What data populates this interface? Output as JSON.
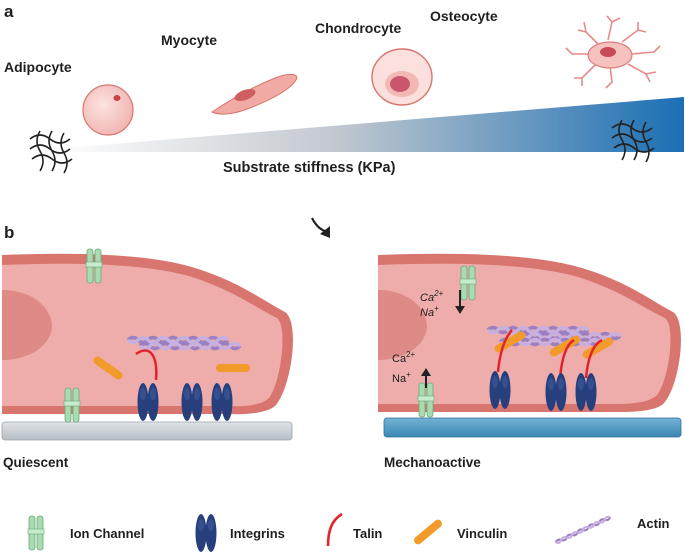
{
  "panel_a": {
    "label": "a",
    "cells": [
      "Adipocyte",
      "Myocyte",
      "Chondrocyte",
      "Osteocyte"
    ],
    "axis_label": "Substrate stiffness (KPa)",
    "gradient_colors": [
      "#ffffff",
      "#c9ced4",
      "#1a6fb4"
    ]
  },
  "panel_b": {
    "label": "b",
    "left_state": "Quiescent",
    "right_state": "Mechanoactive",
    "ion_top_ca": "Ca",
    "ion_top_ca_sup": "2+",
    "ion_top_na": "Na",
    "ion_top_na_sup": "+",
    "ion_bottom_ca": "Ca",
    "ion_bottom_ca_sup": "2+",
    "ion_bottom_na": "Na",
    "ion_bottom_na_sup": "+",
    "colors": {
      "cell_membrane": "#d9756f",
      "cell_fill": "#eeadaa",
      "nucleus": "#de8b88",
      "quiescent_substrate": "#c8d0d6",
      "mechanoactive_substrate": "#4f9cc4"
    }
  },
  "legend": {
    "items": [
      {
        "icon": "ion-channel-icon",
        "label": "Ion Channel"
      },
      {
        "icon": "integrin-icon",
        "label": "Integrins"
      },
      {
        "icon": "talin-icon",
        "label": "Talin"
      },
      {
        "icon": "vinculin-icon",
        "label": "Vinculin"
      },
      {
        "icon": "actin-icon",
        "label": "Actin"
      }
    ],
    "colors": {
      "ion_channel": "#a6dcb0",
      "integrin": "#27407d",
      "talin": "#e0242c",
      "vinculin": "#f29b2a",
      "actin": "#9b7fc1"
    }
  }
}
